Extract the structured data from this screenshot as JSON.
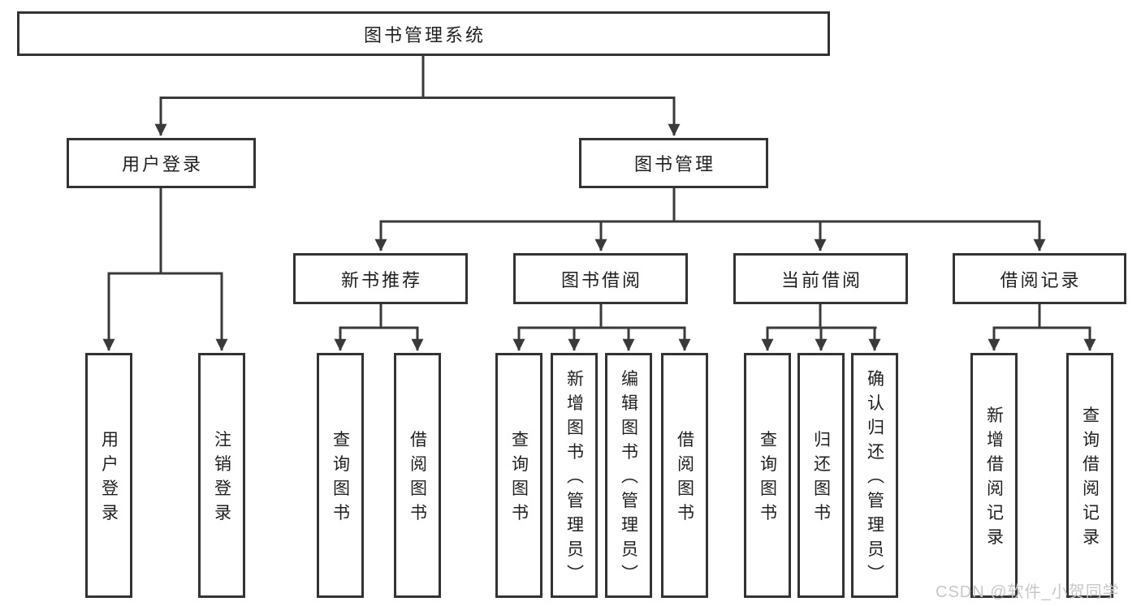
{
  "tree": {
    "label": "图书管理系统",
    "children": [
      {
        "label": "用户登录",
        "children": [
          {
            "label": "用户登录"
          },
          {
            "label": "注销登录"
          }
        ]
      },
      {
        "label": "图书管理",
        "children": [
          {
            "label": "新书推荐",
            "children": [
              {
                "label": "查询图书"
              },
              {
                "label": "借阅图书"
              }
            ]
          },
          {
            "label": "图书借阅",
            "children": [
              {
                "label": "查询图书"
              },
              {
                "label": "新增图书（管理员）"
              },
              {
                "label": "编辑图书（管理员）"
              },
              {
                "label": "借阅图书"
              }
            ]
          },
          {
            "label": "当前借阅",
            "children": [
              {
                "label": "查询图书"
              },
              {
                "label": "归还图书"
              },
              {
                "label": "确认归还（管理员）"
              }
            ]
          },
          {
            "label": "借阅记录",
            "children": [
              {
                "label": "新增借阅记录"
              },
              {
                "label": "查询借阅记录"
              }
            ]
          }
        ]
      }
    ]
  },
  "watermark": "CSDN @软件_小贺同学",
  "colors": {
    "line": "#3a3a3a",
    "box_border": "#333333",
    "text": "#1f1f1f",
    "watermark": "#c7c7c7",
    "background": "#ffffff"
  }
}
